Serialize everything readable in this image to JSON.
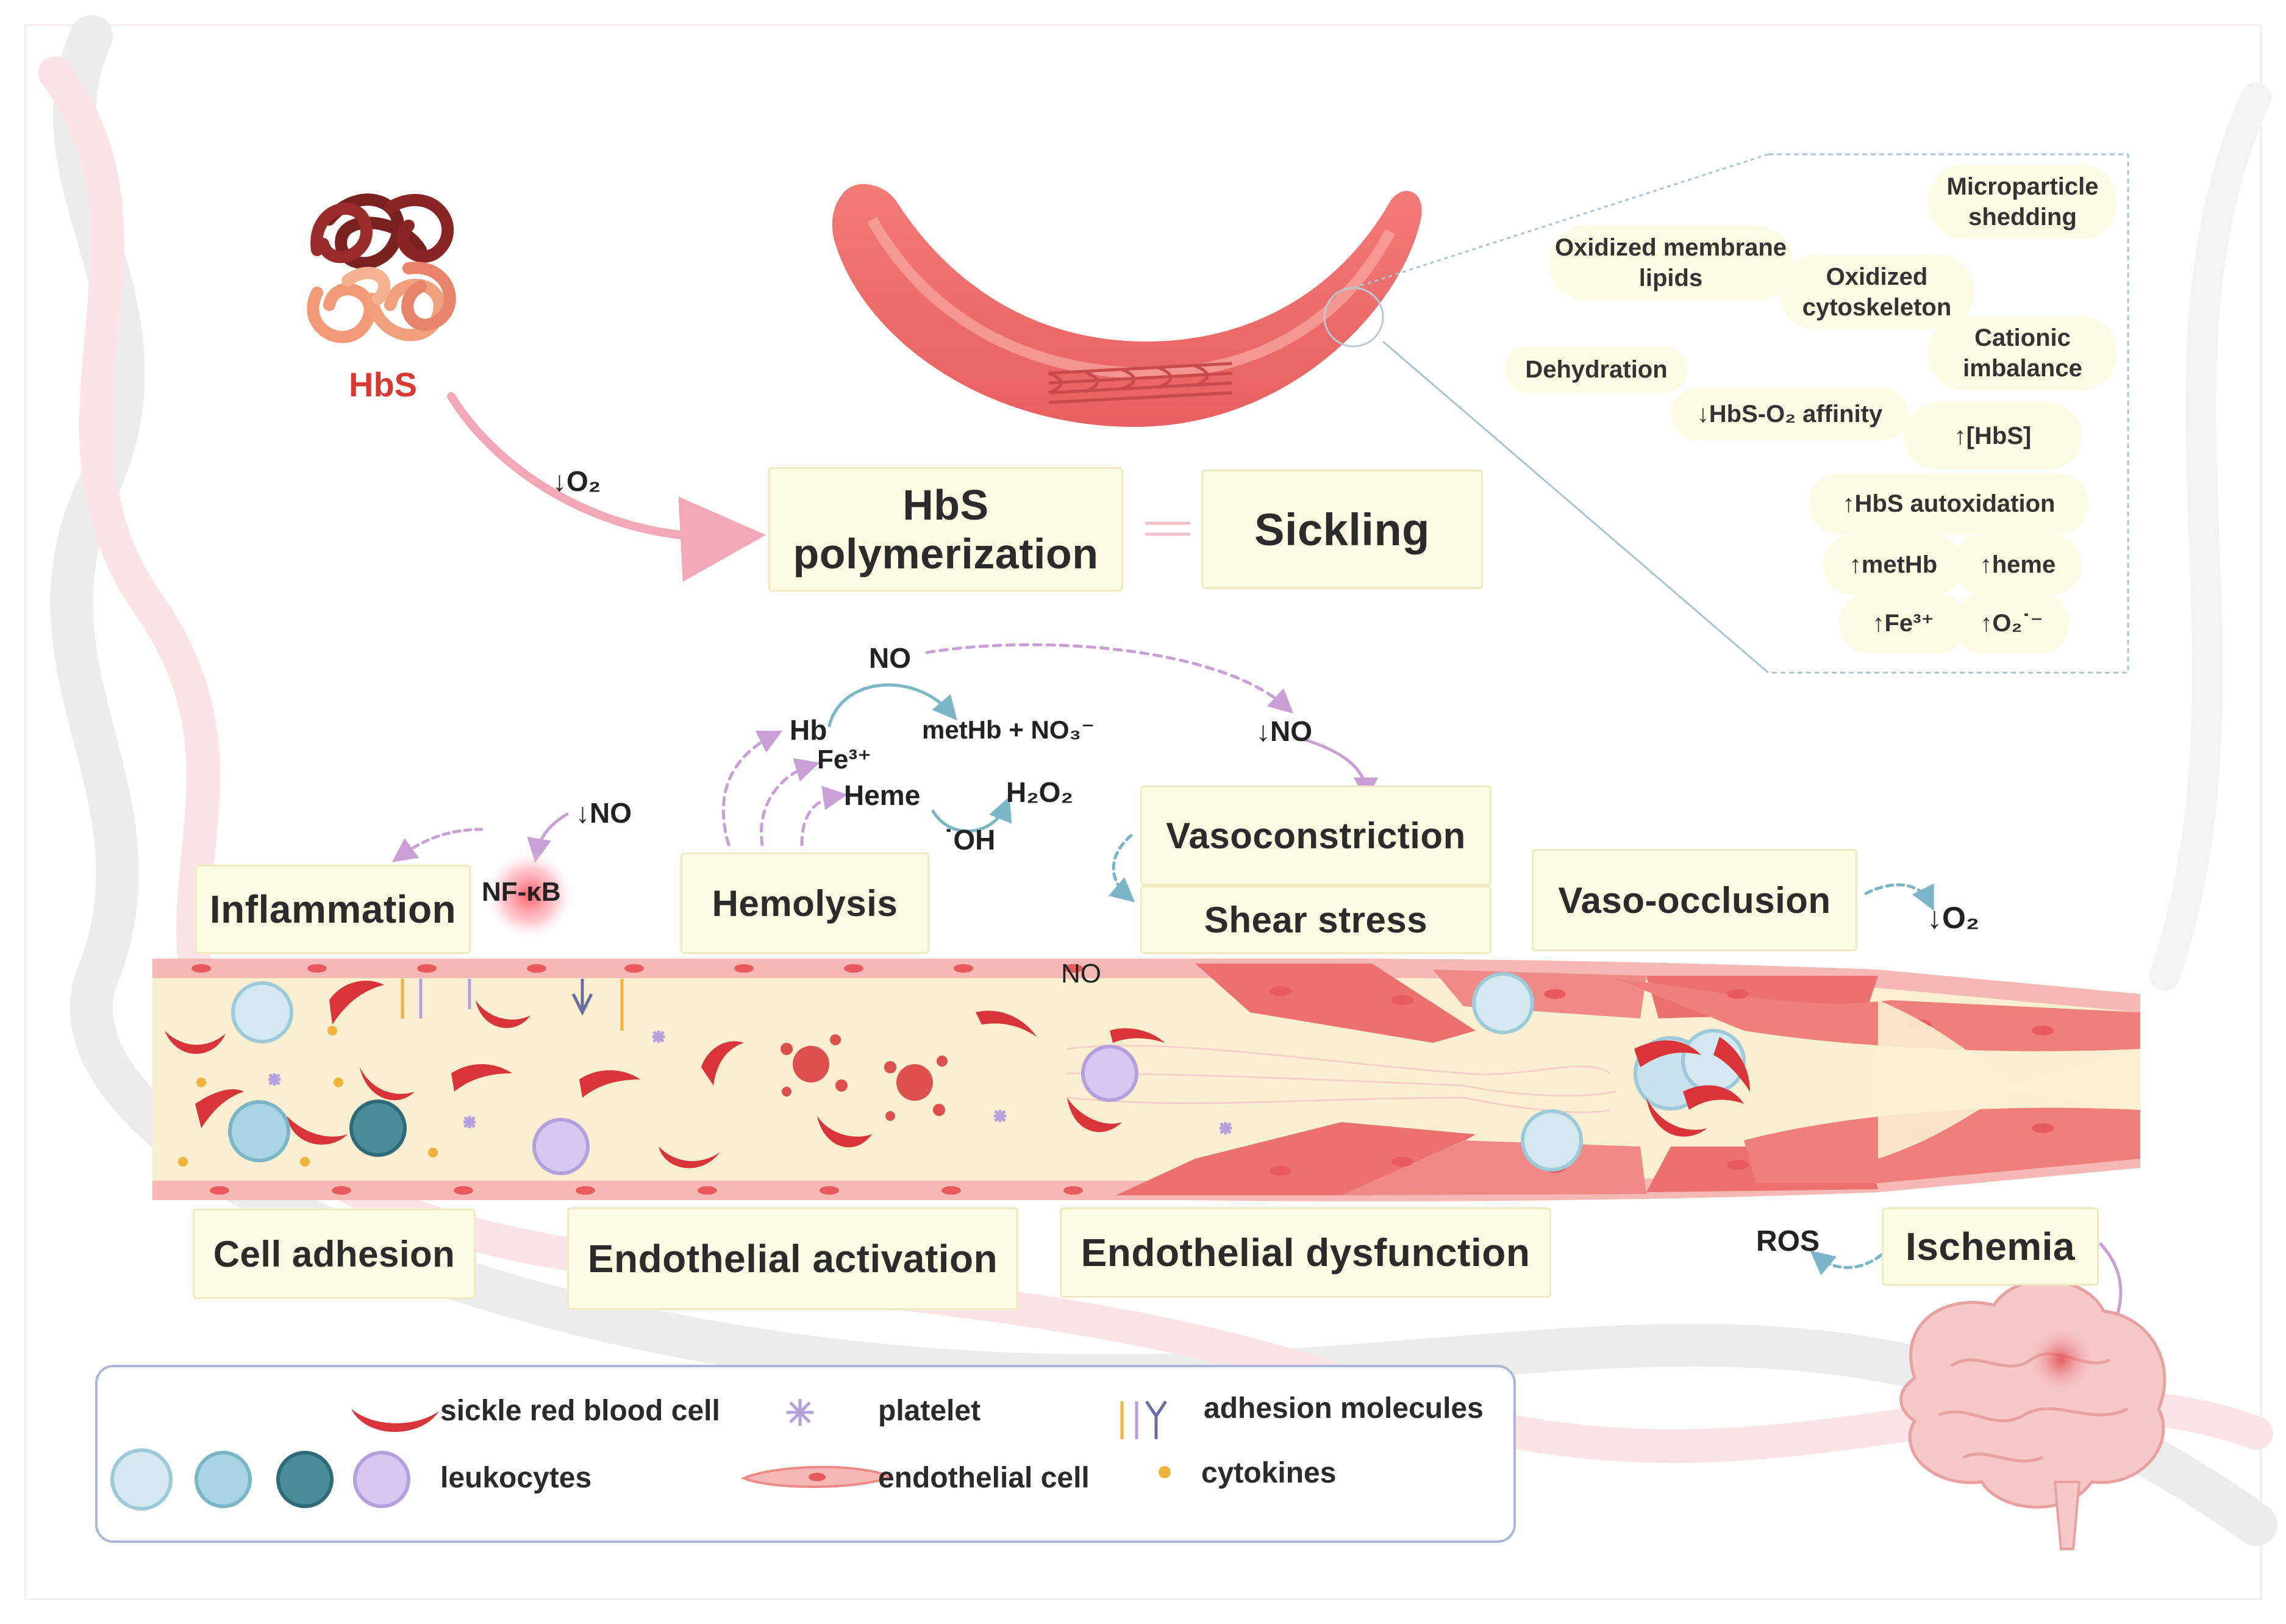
{
  "labels": {
    "hbs": "HbS",
    "o2_down_top": "↓O₂",
    "polymerization_line1": "HbS",
    "polymerization_line2": "polymerization",
    "sickling": "Sickling",
    "no_top": "NO",
    "hb": "Hb",
    "fe3": "Fe³⁺",
    "heme": "Heme",
    "methb_no3": "metHb + NO₃⁻",
    "h2o2": "H₂O₂",
    "oh": "˙OH",
    "no_down_mid": "↓NO",
    "no_down_left": "↓NO",
    "nfkb": "NF-κB",
    "inflammation": "Inflammation",
    "hemolysis": "Hemolysis",
    "vasoconstriction": "Vasoconstriction",
    "shear_stress": "Shear stress",
    "vaso_occlusion": "Vaso-occlusion",
    "o2_down_right": "↓O₂",
    "no_vessel": "NO",
    "cell_adhesion": "Cell adhesion",
    "endothelial_activation": "Endothelial activation",
    "endothelial_dysfunction": "Endothelial dysfunction",
    "ros": "ROS",
    "ischemia": "Ischemia"
  },
  "membrane_factors": [
    {
      "id": "microparticle",
      "text": "Microparticle shedding"
    },
    {
      "id": "oxidized-lipids",
      "text": "Oxidized membrane lipids"
    },
    {
      "id": "oxidized-cytoskeleton",
      "text": "Oxidized cytoskeleton"
    },
    {
      "id": "cationic",
      "text": "Cationic imbalance"
    },
    {
      "id": "dehydration",
      "text": "Dehydration"
    },
    {
      "id": "affinity",
      "text": "↓HbS-O₂ affinity"
    },
    {
      "id": "hbs-conc",
      "text": "↑[HbS]"
    },
    {
      "id": "autoxidation",
      "text": "↑HbS autoxidation"
    },
    {
      "id": "methb",
      "text": "↑metHb"
    },
    {
      "id": "heme",
      "text": "↑heme"
    },
    {
      "id": "fe3",
      "text": "↑Fe³⁺"
    },
    {
      "id": "superoxide",
      "text": "↑O₂˙⁻"
    }
  ],
  "legend": {
    "sickle_rbc": "sickle red blood cell",
    "leukocytes": "leukocytes",
    "platelet": "platelet",
    "endothelial_cell": "endothelial cell",
    "adhesion_molecules": "adhesion molecules",
    "cytokines": "cytokines"
  },
  "colors": {
    "box_fill": "#fdfbe4",
    "box_border": "#efeac0",
    "sickle_cell": "#d9343a",
    "vessel_lumen": "#fbefd2",
    "endothelium": "#f19b98",
    "arrow_pink": "#f2a8b6",
    "arrow_purple": "#c9a0d6",
    "arrow_teal": "#7ab6c8"
  }
}
